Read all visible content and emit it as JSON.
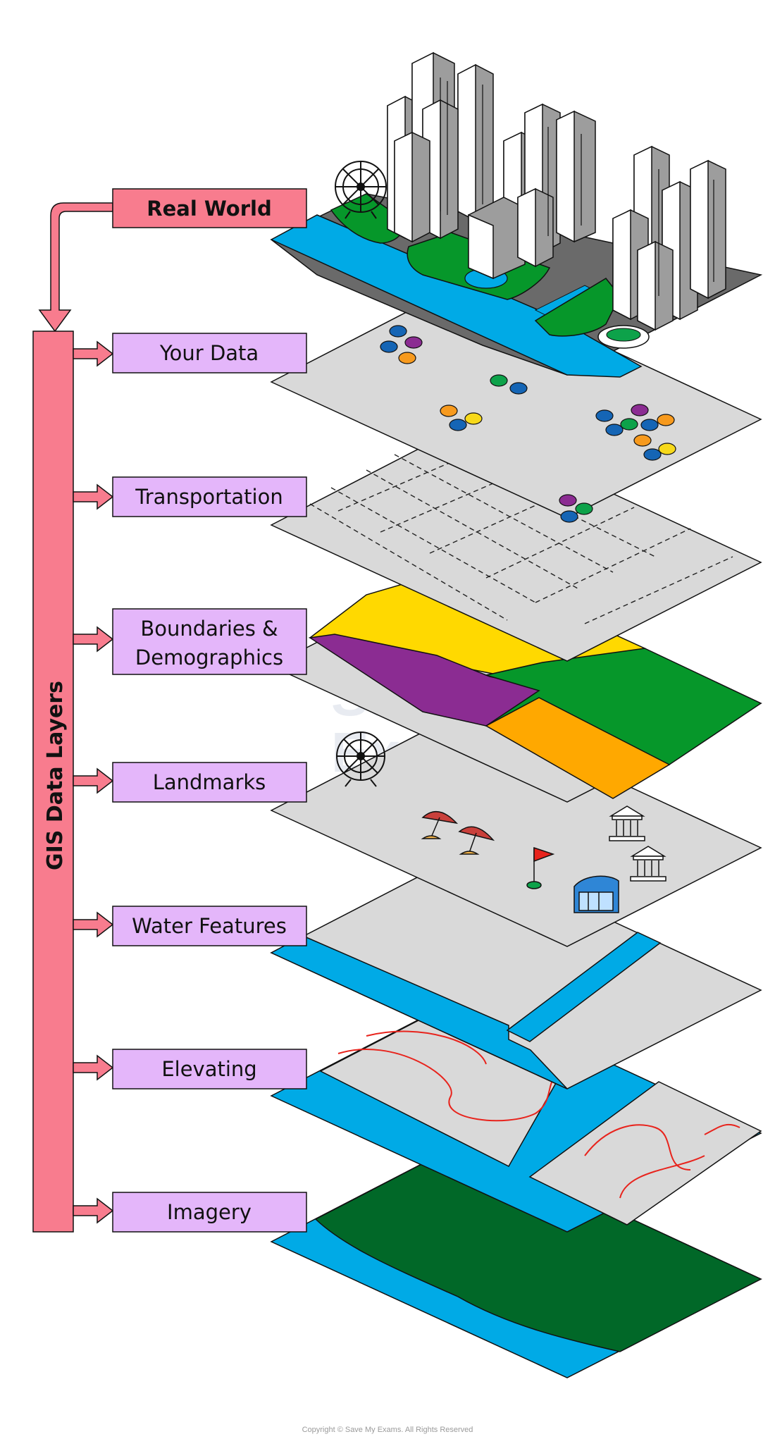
{
  "diagram": {
    "real_world_label": "Real World",
    "side_title": "GIS Data Layers",
    "layers": [
      {
        "id": "your-data",
        "label": "Your Data"
      },
      {
        "id": "transportation",
        "label": "Transportation"
      },
      {
        "id": "boundaries",
        "label_line1": "Boundaries &",
        "label_line2": "Demographics"
      },
      {
        "id": "landmarks",
        "label": "Landmarks"
      },
      {
        "id": "water-features",
        "label": "Water Features"
      },
      {
        "id": "elevating",
        "label": "Elevating"
      },
      {
        "id": "imagery",
        "label": "Imagery"
      }
    ],
    "watermark_line1": "Save My",
    "watermark_line2": "Exams",
    "copyright": "Copyright © Save My Exams. All Rights Reserved"
  },
  "colors": {
    "pink": "#f87c8e",
    "lilac": "#e4b6fa",
    "sheet_grey": "#d9d9d9",
    "water": "#00aae6",
    "green": "#06972a",
    "dark_green": "#016828",
    "yellow": "#ffd900",
    "purple": "#8b2c92",
    "orange": "#ffa800",
    "contour_red": "#e8231c",
    "dot_blue": "#1565b5",
    "dot_purple": "#8b2c92",
    "dot_orange": "#f79a1e",
    "dot_green": "#0da24a",
    "dot_yellow": "#f7d91a"
  },
  "icons": [
    "ferris-wheel-icon",
    "umbrella-icon",
    "flag-icon",
    "museum-icon",
    "stadium-icon",
    "building-icon"
  ]
}
